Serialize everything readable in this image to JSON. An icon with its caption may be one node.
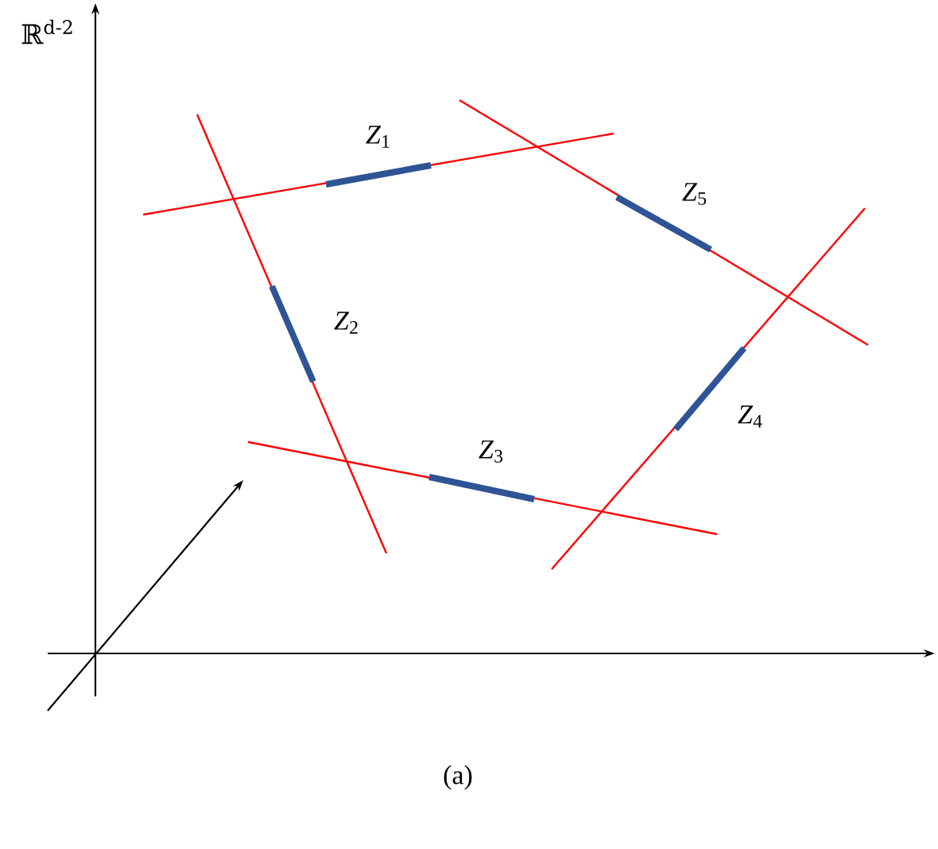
{
  "diagram": {
    "caption": "(a)",
    "labels": [
      "ℝ$^{d-2}$",
      "*Z*$_{1}$",
      "*Z*$_{5}$",
      "*Z*$_{2}$",
      "*Z*$_{4}$",
      "*Z*$_{3}$"
    ]
  }
}
